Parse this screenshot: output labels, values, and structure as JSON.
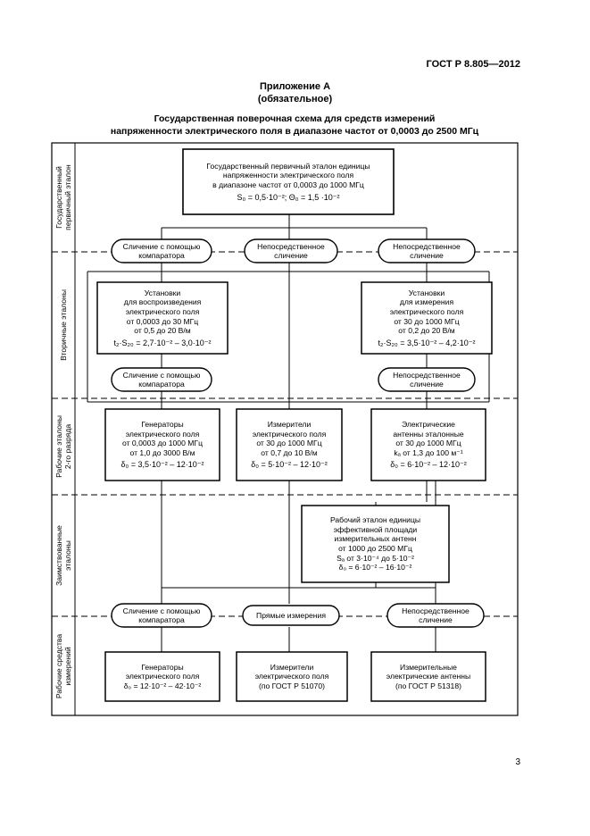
{
  "header": {
    "doc_code": "ГОСТ Р 8.805—2012",
    "appendix_title": "Приложение А",
    "appendix_status": "(обязательное)",
    "caption_line1": "Государственная поверочная схема для средств измерений",
    "caption_line2": "напряженности электрического поля в диапазоне частот от 0,0003 до 2500 МГц"
  },
  "side_labels": {
    "primary": [
      "Государственный",
      "первичный эталон"
    ],
    "secondary": [
      "Вторичные эталоны"
    ],
    "working_standards": [
      "Рабочие эталоны",
      "2-го разряда"
    ],
    "replaceable": [
      "Заимствованные",
      "эталоны"
    ],
    "instruments": [
      "Рабочие средства",
      "измерений"
    ]
  },
  "primary_standard": {
    "lines": [
      "Государственный первичный эталон единицы",
      "напряженности электрического поля",
      "в диапазоне частот от 0,0003 до 1000 МГц"
    ],
    "formula": "S₀ = 0,5·10⁻²;  Θ₀ = 1,5 ·10⁻²"
  },
  "methods_top": {
    "comparator": [
      "Сличение с помощью",
      "компаратора"
    ],
    "direct_comparison": [
      "Непосредственное",
      "сличение"
    ],
    "direct_comparison_right": [
      "Непосредственное",
      "сличение"
    ]
  },
  "secondary_left": {
    "lines": [
      "Установки",
      "для воспроизведения",
      "электрического поля",
      "от 0,0003 до 30 МГц",
      "от 0,5 до 20 В/м"
    ],
    "formula": "t₂·S₂₀ = 2,7·10⁻² – 3,0·10⁻²"
  },
  "secondary_right": {
    "lines": [
      "Установки",
      "для измерения",
      "электрического поля",
      "от 30 до 1000 МГц",
      "от 0,2 до 20 В/м"
    ],
    "formula": "t₂·S₂₀ = 3,5·10⁻² – 4,2·10⁻²"
  },
  "methods_middle": {
    "comparator": [
      "Сличение с помощью",
      "компаратора"
    ],
    "direct_comparison": [
      "Непосредственное",
      "сличение"
    ]
  },
  "working_left": {
    "lines": [
      "Генераторы",
      "электрического поля",
      "от 0,0003 до 1000 МГц",
      "от 1,0 до 3000 В/м"
    ],
    "formula": "δ₀ = 3,5·10⁻² – 12·10⁻²"
  },
  "working_middle": {
    "lines": [
      "Измерители",
      "электрического поля",
      "от 30 до 1000 МГц",
      "от 0,7 до 10 В/м"
    ],
    "formula": "δ₀ = 5·10⁻² – 12·10⁻²"
  },
  "working_right": {
    "lines": [
      "Электрические",
      "антенны эталонные",
      "от 30 до 1000 МГц",
      "kₐ от 1,3 до 100 м⁻¹"
    ],
    "formula": "δ₀ = 6·10⁻² – 12·10⁻²"
  },
  "borrowed_standard": {
    "lines": [
      "Рабочий эталон единицы",
      "эффективной площади",
      "измерительных антенн",
      "от 1000 до 2500 МГц",
      "Sₐ от 3·10⁻⁴ до 5·10⁻²"
    ],
    "formula": "δ₀ = 6·10⁻² – 16·10⁻²"
  },
  "methods_bottom": {
    "comparator": [
      "Сличение с помощью",
      "компаратора"
    ],
    "direct_measurement": [
      "Прямые измерения"
    ],
    "direct_comparison": [
      "Непосредственное",
      "сличение"
    ]
  },
  "instruments_left": {
    "lines": [
      "Генераторы",
      "электрического поля"
    ],
    "formula": "δ₀ = 12·10⁻² – 42·10⁻²"
  },
  "instruments_middle": {
    "lines": [
      "Измерители",
      "электрического поля",
      "(по ГОСТ Р 51070)"
    ]
  },
  "instruments_right": {
    "lines": [
      "Измерительные",
      "электрические антенны",
      "(по ГОСТ Р 51318)"
    ]
  },
  "page_number": "3"
}
